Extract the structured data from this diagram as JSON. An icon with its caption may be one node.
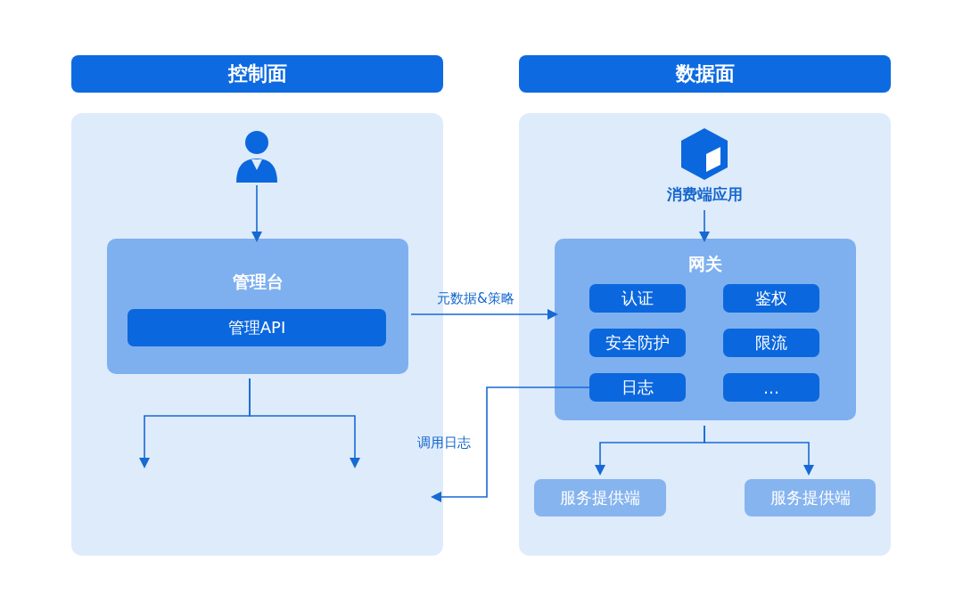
{
  "diagram": {
    "nodes": [
      {
        "text": [
          "控制面"
        ]
      },
      {
        "text": [],
        "shape": "box"
      },
      {
        "text": [],
        "shape": "person",
        "in": 1
      },
      {
        "text": [
          "管理台"
        ],
        "in": 1
      },
      {
        "text": [
          "管理API"
        ],
        "in": 3
      },
      {
        "text": [
          "数据面"
        ]
      },
      {
        "text": [],
        "shape": "box"
      },
      {
        "text": [
          "消费端应用"
        ],
        "in": 6
      },
      {
        "text": [
          "网关"
        ],
        "in": 6
      },
      {
        "text": [
          "认证"
        ],
        "in": 8
      },
      {
        "text": [
          "鉴权"
        ],
        "in": 8
      },
      {
        "text": [
          "安全防护"
        ],
        "in": 8
      },
      {
        "text": [
          "限流"
        ],
        "in": 8
      },
      {
        "text": [
          "日志"
        ],
        "in": 8
      },
      {
        "text": [
          "…"
        ],
        "in": 8
      },
      {
        "text": [
          "服务提供端"
        ],
        "in": 6
      },
      {
        "text": [
          "服务提供端"
        ],
        "in": 6
      }
    ],
    "edges": [
      {
        "from": 2,
        "to": 3,
        "arrow": "to"
      },
      {
        "from": 3,
        "to": null,
        "arrow": "to"
      },
      {
        "from": 3,
        "to": null,
        "arrow": "to"
      },
      {
        "from": 3,
        "to": 8,
        "arrow": "to",
        "label": "元数据&策略"
      },
      {
        "from": 13,
        "to": 1,
        "arrow": "to",
        "label": "调用日志"
      },
      {
        "from": 7,
        "to": 8,
        "arrow": "to"
      },
      {
        "from": 8,
        "to": 15,
        "arrow": "to"
      },
      {
        "from": 8,
        "to": 16,
        "arrow": "to"
      }
    ]
  }
}
